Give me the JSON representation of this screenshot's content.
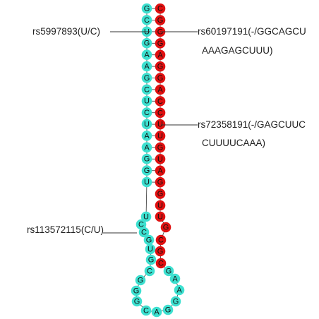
{
  "colors": {
    "left_strand": "#3de0d0",
    "right_strand": "#e01010",
    "line": "#333333",
    "text": "#222222"
  },
  "left_strand": [
    "G",
    "C",
    "U",
    "G",
    "A",
    "A",
    "G",
    "C",
    "U",
    "C",
    "U",
    "A",
    "A",
    "G",
    "G",
    "U",
    "U",
    "C",
    "C",
    "G",
    "U",
    "G",
    "C"
  ],
  "loop": [
    "G",
    "G",
    "G",
    "C",
    "A",
    "G",
    "G",
    "A",
    "A",
    "G"
  ],
  "right_strand": [
    "C",
    "G",
    "C",
    "G",
    "U",
    "U",
    "G",
    "G",
    "A",
    "U",
    "G",
    "U",
    "U",
    "C",
    "C",
    "A",
    "G",
    "G",
    "A",
    "G",
    "G",
    "G",
    "C"
  ],
  "annotations": {
    "rs5997893": "rs5997893(U/C)",
    "rs60197191_line1": "rs60197191(-/GGCAGCU",
    "rs60197191_line2": "AAAGAGCUUU)",
    "rs72358191_line1": "rs72358191(-/GAGCUUC",
    "rs72358191_line2": "CUUUUCAAA)",
    "rs113572115": "rs113572115(C/U)"
  }
}
